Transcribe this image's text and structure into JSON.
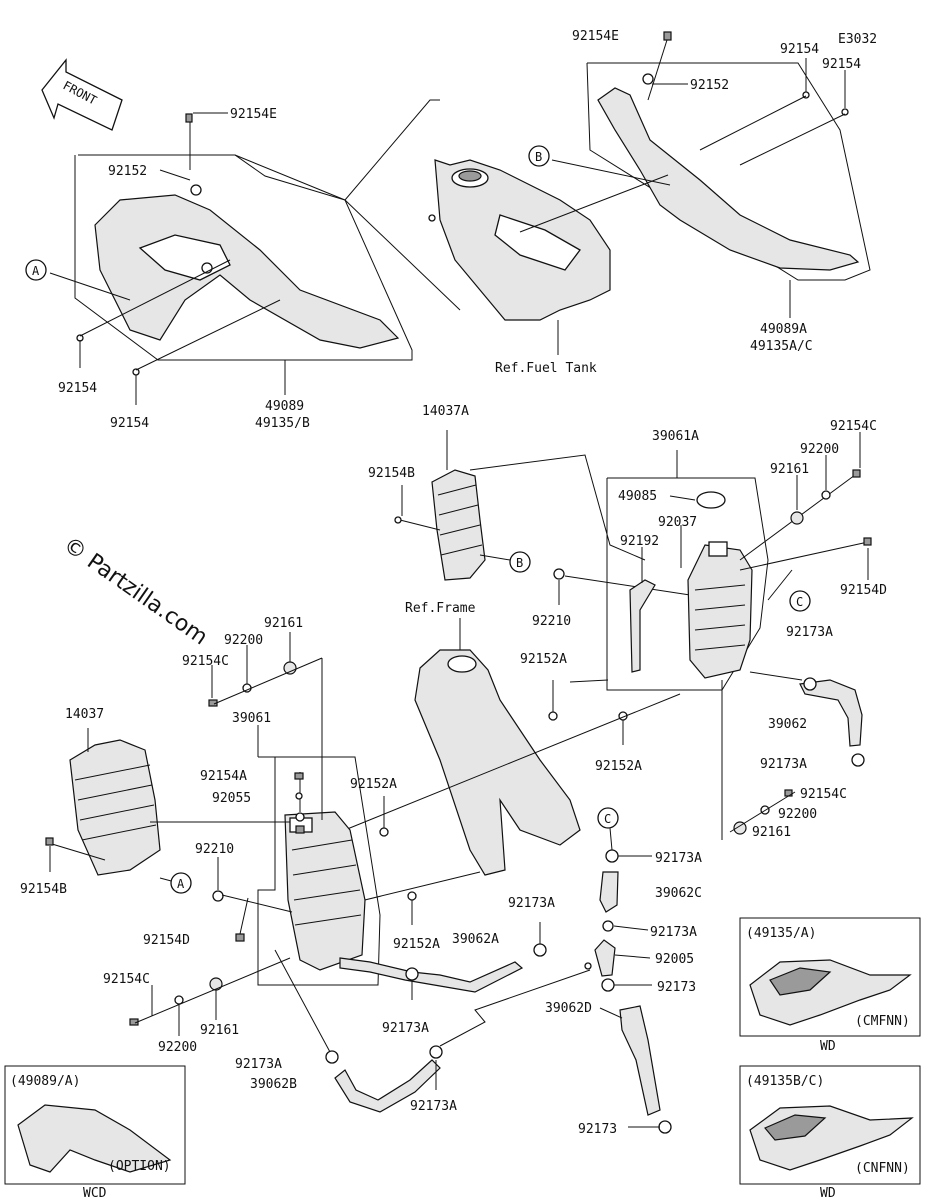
{
  "diagram_code": "E3032",
  "front_label": "FRONT",
  "watermark": "© Partzilla.com",
  "references": {
    "fuel_tank": "Ref.Fuel Tank",
    "frame": "Ref.Frame"
  },
  "callouts": [
    "A",
    "B",
    "C"
  ],
  "parts": {
    "p92154E_left": "92154E",
    "p92152_left": "92152",
    "p92154_left1": "92154",
    "p92154_left2": "92154",
    "p49089": "49089",
    "p49135B": "49135/B",
    "p92154E_right": "92154E",
    "p92152_right": "92152",
    "p92154_right1": "92154",
    "p92154_right2": "92154",
    "p49089A": "49089A",
    "p49135AC": "49135A/C",
    "p14037A": "14037A",
    "p92154B_top": "92154B",
    "p92210_top": "92210",
    "p39061A": "39061A",
    "p49085": "49085",
    "p92037": "92037",
    "p92192": "92192",
    "p92154C_top": "92154C",
    "p92200_top": "92200",
    "p92161_top": "92161",
    "p92154D_right": "92154D",
    "p92173A_r1": "92173A",
    "p39062": "39062",
    "p92173A_r2": "92173A",
    "p92154C_r": "92154C",
    "p92200_r": "92200",
    "p92161_r": "92161",
    "p92152A_1": "92152A",
    "p92152A_2": "92152A",
    "p92152A_3": "92152A",
    "p92152A_4": "92152A",
    "p92161_l": "92161",
    "p92200_l": "92200",
    "p92154C_l": "92154C",
    "p39061": "39061",
    "p92154A": "92154A",
    "p92055": "92055",
    "p14037": "14037",
    "p92210_l": "92210",
    "p92154B_l": "92154B",
    "p92154D_l": "92154D",
    "p92154C_b": "92154C",
    "p92200_b": "92200",
    "p92161_b": "92161",
    "p92173A_c1": "92173A",
    "p39062C": "39062C",
    "p92173A_c2": "92173A",
    "p92005": "92005",
    "p92173_c": "92173",
    "p39062D": "39062D",
    "p92173_d": "92173",
    "p92173A_m": "92173A",
    "p39062A": "39062A",
    "p92173A_m2": "92173A",
    "p92173A_b1": "92173A",
    "p39062B": "39062B",
    "p92173A_b2": "92173A"
  },
  "insets": [
    {
      "code": "(49089/A)",
      "note": "(OPTION)",
      "market": "WCD"
    },
    {
      "code": "(49135/A)",
      "note": "(CMFNN)",
      "market": "WD"
    },
    {
      "code": "(49135B/C)",
      "note": "(CNFNN)",
      "market": "WD"
    }
  ]
}
